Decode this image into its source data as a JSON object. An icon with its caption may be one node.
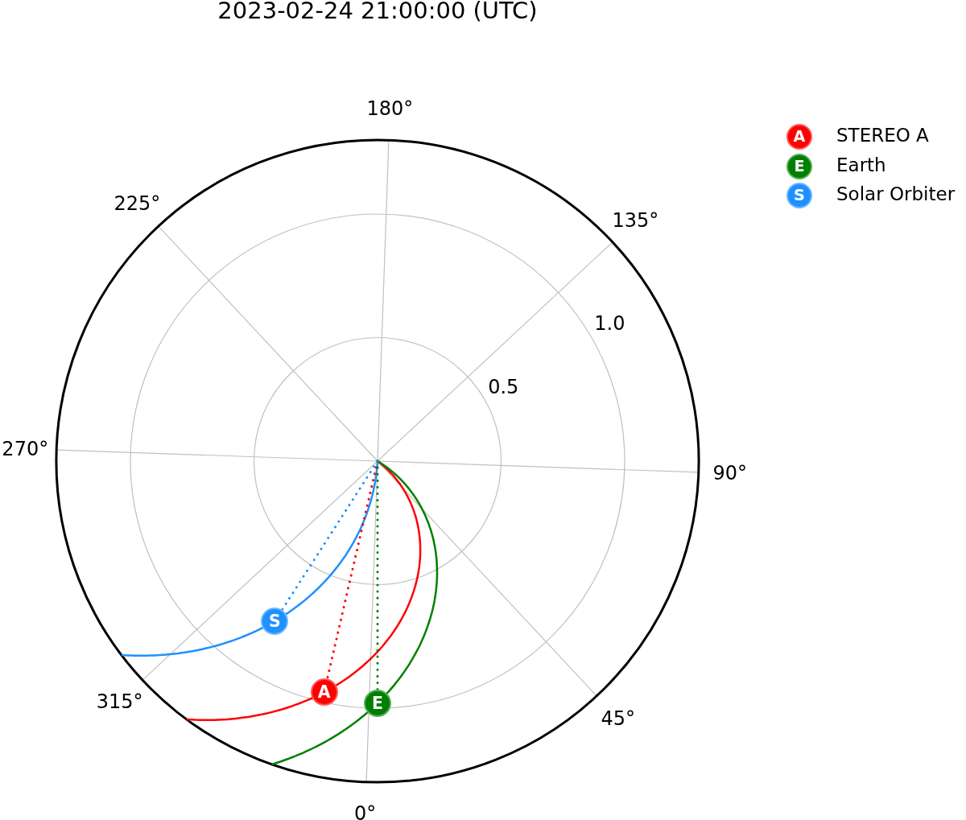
{
  "diagram": {
    "title": "2023-02-24 21:00:00 (UTC)",
    "nodes": [
      {
        "text": [
          "A"
        ]
      },
      {
        "text": [
          "E"
        ]
      },
      {
        "text": [
          "S"
        ]
      },
      {
        "text": [
          "A"
        ],
        "beside": [
          "STEREO A"
        ]
      },
      {
        "text": [
          "E"
        ],
        "beside": [
          "Earth"
        ]
      },
      {
        "text": [
          "S"
        ],
        "beside": [
          "Solar Orbiter"
        ]
      }
    ],
    "edges": [
      {
        "from": null,
        "to": 0,
        "arrow": "none",
        "style": "dashed",
        "color": "#ff0000"
      },
      {
        "from": null,
        "to": 1,
        "arrow": "none",
        "style": "dashed",
        "color": "#008000"
      },
      {
        "from": null,
        "to": 2,
        "arrow": "none",
        "style": "dashed",
        "color": "#1e90ff"
      }
    ],
    "labels": [
      "180°",
      "225°",
      "135°",
      "1.0",
      "0.5",
      "270°",
      "90°",
      "315°",
      "45°",
      "0°"
    ]
  }
}
